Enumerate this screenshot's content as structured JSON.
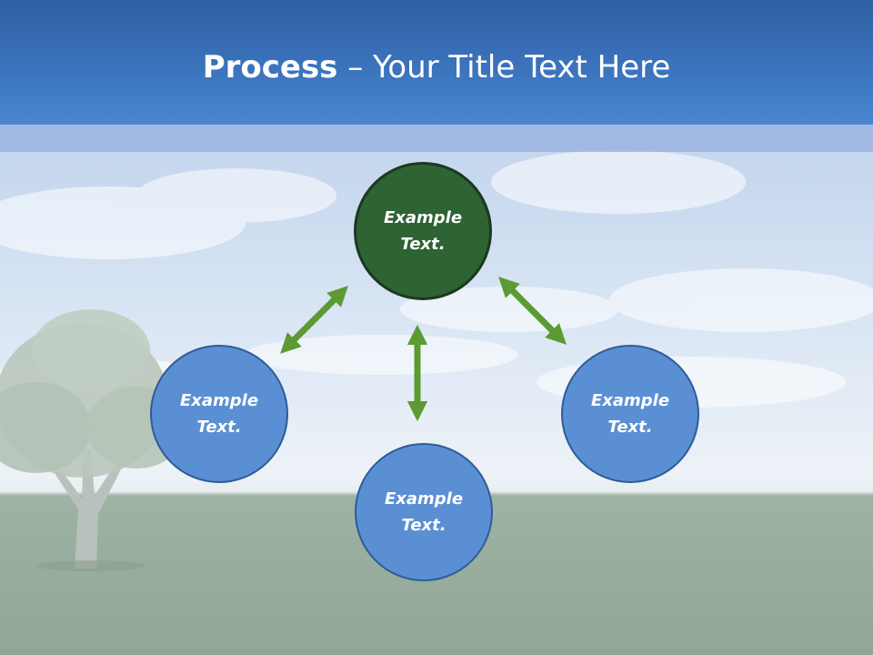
{
  "slide": {
    "title_bold": "Process",
    "title_rest": " – Your Title Text Here"
  },
  "nodes": {
    "top": {
      "label": "Example Text."
    },
    "left": {
      "label": "Example Text."
    },
    "bottom": {
      "label": "Example Text."
    },
    "right": {
      "label": "Example Text."
    }
  },
  "colors": {
    "header": "#3b73bd",
    "node_blue": "#5b8fd4",
    "node_green": "#2e6333",
    "arrow": "#5c9a32"
  }
}
